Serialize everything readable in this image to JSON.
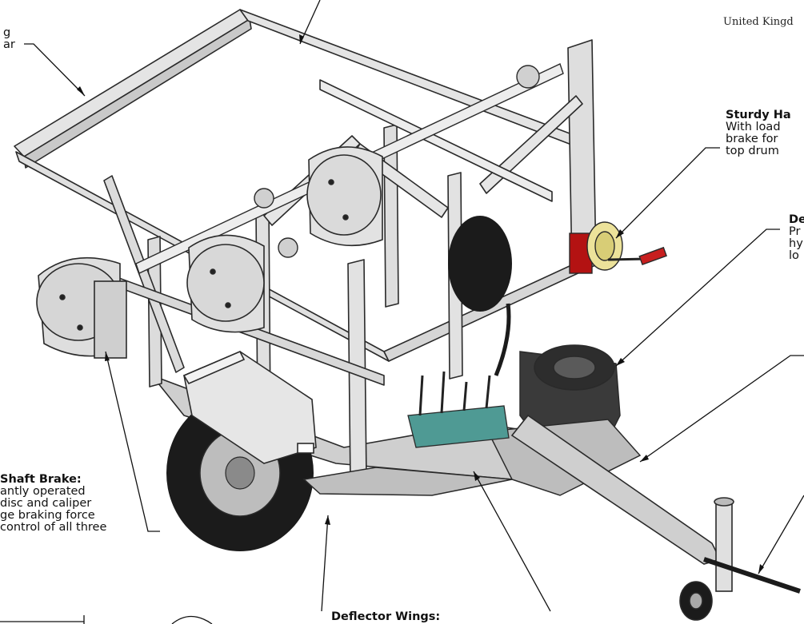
{
  "header_text": "United Kingd",
  "callouts": {
    "lift_bar": {
      "lines": [
        "g",
        "ar"
      ]
    },
    "hand_winch": {
      "title": "Sturdy Ha",
      "lines": [
        "With load",
        "brake for",
        "top drum"
      ]
    },
    "deflector_top": {
      "title": "De",
      "lines": [
        "Pr",
        "hy",
        "lo"
      ]
    },
    "shaft_brake": {
      "title": "Shaft Brake:",
      "lines": [
        "antly operated",
        "disc and caliper",
        "ge braking force",
        "control of all three"
      ]
    },
    "deflector_wings": {
      "title": "Deflector Wings:"
    }
  },
  "colors": {
    "line": "#111111",
    "frame": "#e4e4e4",
    "frame_stroke": "#2a2a2a",
    "tyre": "#1b1b1b",
    "brake_red": "#b31212",
    "drum_yellow": "#ece29a",
    "handle_red": "#c71f1f",
    "circuit_green": "#4f9a94"
  }
}
